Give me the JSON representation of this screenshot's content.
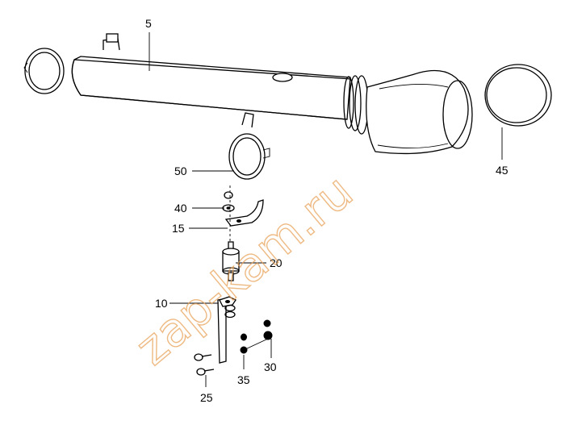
{
  "callouts": {
    "p5": "5",
    "p45": "45",
    "p50": "50",
    "p40": "40",
    "p15": "15",
    "p20": "20",
    "p10": "10",
    "p25": "25",
    "p35": "35",
    "p30": "30"
  },
  "watermark": "zap-kam.ru",
  "colors": {
    "line": "#000000",
    "watermark": "#e9a35a",
    "background": "#ffffff"
  }
}
